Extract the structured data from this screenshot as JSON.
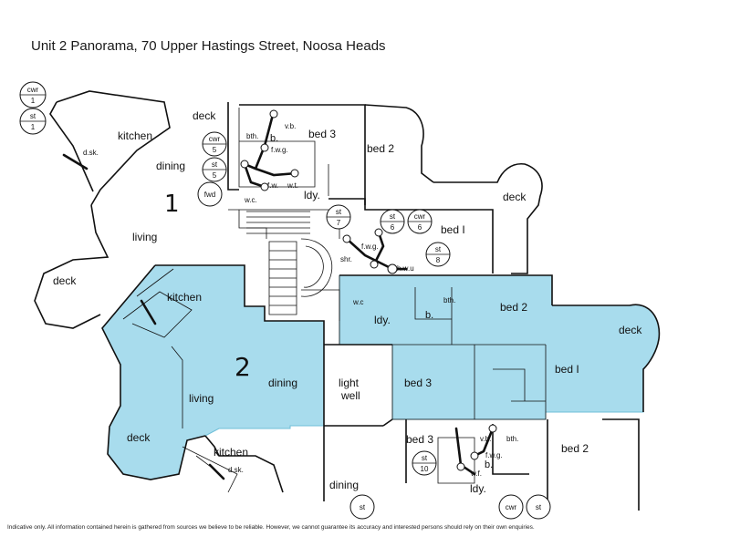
{
  "title": "Unit 2 Panorama, 70 Upper Hastings Street, Noosa Heads",
  "disclaimer": "Indicative only. All information contained herein is gathered from sources we believe to be reliable. However, we cannot guarantee its accuracy and interested persons should rely on their own enquiries.",
  "colors": {
    "highlight": "#a8dced",
    "highlight_stroke": "#6fbfd8",
    "ink": "#111111"
  },
  "units": {
    "upper": "1",
    "highlighted": "2"
  },
  "rooms": {
    "deck_top": "deck",
    "kitchen_top": "kitchen",
    "dining_top": "dining",
    "bed3_top": "bed 3",
    "bed2_top": "bed 2",
    "deck_right_top": "deck",
    "bed1_top": "bed I",
    "ldy_top": "ldy.",
    "living_top": "living",
    "deck_left": "deck",
    "kitchen_mid": "kitchen",
    "dining_mid": "dining",
    "living_mid": "living",
    "deck_mid": "deck",
    "light_well": "light\nwell",
    "bed3_mid": "bed 3",
    "bed2_mid": "bed 2",
    "bed1_mid": "bed I",
    "deck_mid_right": "deck",
    "ldy_mid": "ldy.",
    "kitchen_bot": "kitchen",
    "dining_bot": "dining",
    "bed3_bot": "bed 3",
    "bed2_bot": "bed 2",
    "ldy_bot": "ldy.",
    "b_top": "b.",
    "b_mid": "b.",
    "b_bot": "b.",
    "bth_top": "bth.",
    "bth_mid": "bth.",
    "bth_bot": "bth.",
    "dsk_top": "d.sk.",
    "dsk_bot": "d.sk.",
    "vb_top": "v.b.",
    "vb_bot": "v.b.",
    "fwg_top": "f.w.g.",
    "fwg_mid": "f.w.g.",
    "fwg_bot": "f.w.g.",
    "wc_top": "w.c.",
    "wc_mid": "w.c",
    "fw_top": "f.w.",
    "wt_top": "w.t.",
    "wt_bot": "w.f.",
    "hwu": "h.w.u",
    "shr": "shr."
  },
  "tags": {
    "cwr1": [
      "cwr",
      "1"
    ],
    "st1": [
      "st",
      "1"
    ],
    "cwr5": [
      "cwr",
      "5"
    ],
    "st5": [
      "st",
      "5"
    ],
    "fwd": [
      "fwd"
    ],
    "st7": [
      "st",
      "7"
    ],
    "st6": [
      "st",
      "6"
    ],
    "cwr6": [
      "cwr",
      "6"
    ],
    "st8": [
      "st",
      "8"
    ],
    "st10": [
      "st",
      "10"
    ],
    "st_bot": [
      "st"
    ],
    "cwr_bot": [
      "cwr"
    ],
    "st_bot2": [
      "st"
    ]
  }
}
